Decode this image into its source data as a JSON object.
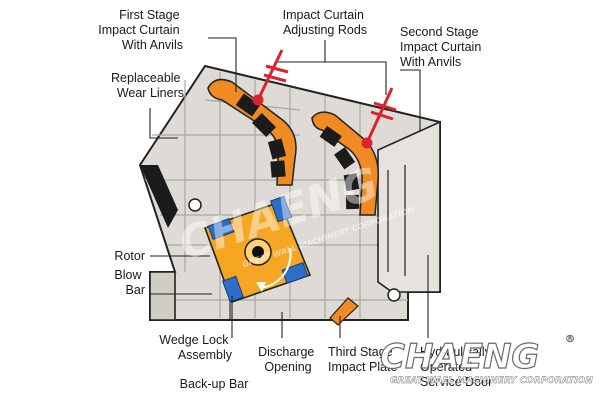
{
  "diagram": {
    "labels": {
      "first_stage": [
        "First Stage",
        "Impact Curtain",
        "With Anvils"
      ],
      "adjusting_rods": [
        "Impact Curtain",
        "Adjusting Rods"
      ],
      "second_stage": [
        "Second Stage",
        "Impact Curtain",
        "With Anvils"
      ],
      "wear_liners": [
        "Replaceable",
        "Wear Liners"
      ],
      "rotor": [
        "Rotor"
      ],
      "blow_bar": [
        "Blow",
        "Bar"
      ],
      "wedge_lock": [
        "Wedge Lock",
        "Assembly"
      ],
      "backup_bar": [
        "Back-up Bar"
      ],
      "discharge": [
        "Discharge",
        "Opening"
      ],
      "third_stage": [
        "Third Stage",
        "Impact Plate"
      ],
      "service_door": [
        "Hydraulically",
        "Operated",
        "Service Door"
      ]
    },
    "colors": {
      "housing": "#dedbd6",
      "grid": "#a9a6a1",
      "curtain": "#f08a22",
      "rod": "#d9232e",
      "rotor": "#f6a623",
      "blow_bar": "#2d6ec9",
      "liner_dark": "#1b1b1b",
      "outline": "#222222"
    }
  },
  "watermark": {
    "logo": "CHAENG",
    "tagline": "GREAT WALL MACHINERY CORPORATION",
    "mark": "®"
  }
}
